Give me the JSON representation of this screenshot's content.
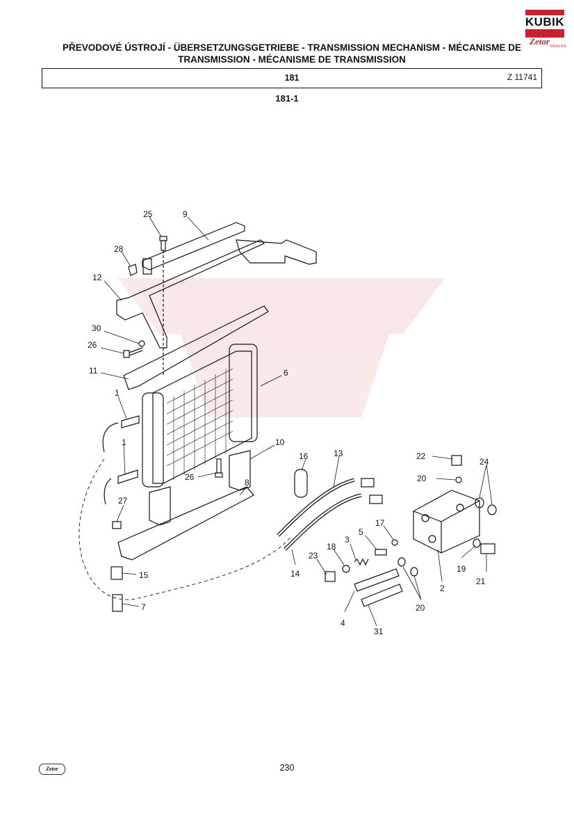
{
  "logo": {
    "word": "KUBIK",
    "brand": "Zetor",
    "dealer": "DEALER"
  },
  "header": {
    "title": "PŘEVODOVÉ ÚSTROJÍ - ÜBERSETZUNGSGETRIEBE - TRANSMISSION MECHANISM - MÉCANISME DE TRANSMISSION - MÉCANISME DE TRANSMISSION",
    "section": "181",
    "code": "Z 11741"
  },
  "subcode": "181-1",
  "callouts": [
    "25",
    "9",
    "28",
    "12",
    "30",
    "26",
    "11",
    "6",
    "1",
    "1",
    "10",
    "26",
    "16",
    "13",
    "22",
    "24",
    "20",
    "8",
    "27",
    "17",
    "5",
    "3",
    "18",
    "23",
    "19",
    "21",
    "2",
    "14",
    "15",
    "7",
    "4",
    "31",
    "20"
  ],
  "footer": {
    "page": "230",
    "logo": "Zetor"
  }
}
